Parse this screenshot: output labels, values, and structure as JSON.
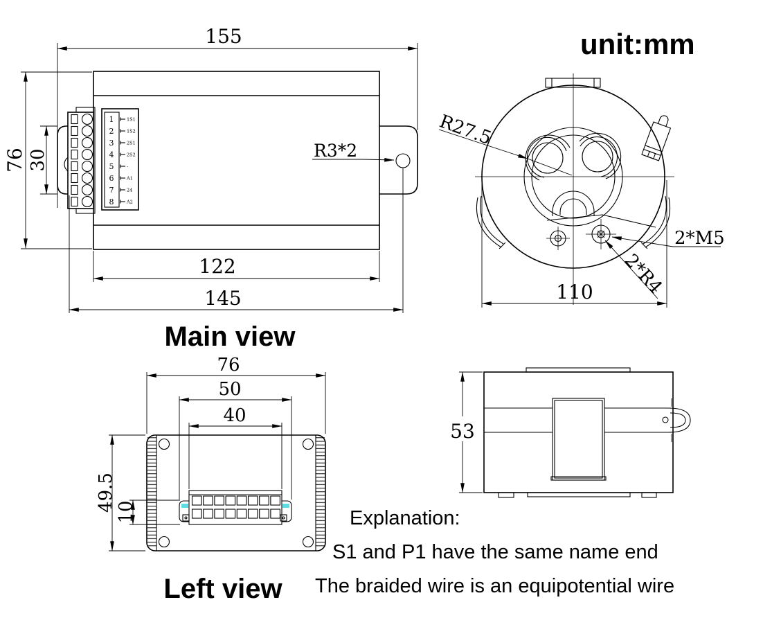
{
  "drawing": {
    "unit_note": "unit:mm",
    "main_view": {
      "title": "Main view",
      "dim_overall_width": "155",
      "dim_height": "76",
      "dim_terminal_span": "30",
      "dim_body_width": "122",
      "dim_mount_span": "145",
      "hole_note": "R3*2",
      "terminal_pins": [
        "1",
        "2",
        "3",
        "4",
        "5",
        "6",
        "7",
        "8"
      ],
      "terminal_labels": [
        "1S1",
        "1S2",
        "2S1",
        "2S2",
        "-",
        "A1",
        "24",
        "A2"
      ]
    },
    "front_view": {
      "dim_radius": "R27.5",
      "dim_screw": "2*M5",
      "dim_fillet": "2*R4",
      "dim_width": "110"
    },
    "left_view": {
      "title": "Left view",
      "dim_width": "76",
      "dim_mid_width": "50",
      "dim_inner_width": "40",
      "dim_height": "49.5",
      "dim_offset": "10"
    },
    "side_view": {
      "dim_height": "53"
    },
    "explanation": {
      "heading": "Explanation:",
      "line1": "S1 and P1 have the same name end",
      "line2": "The braided wire is an equipotential wire"
    },
    "colors": {
      "line": "#000000",
      "accent_cyan": "#5fdde6",
      "background": "#ffffff"
    }
  }
}
